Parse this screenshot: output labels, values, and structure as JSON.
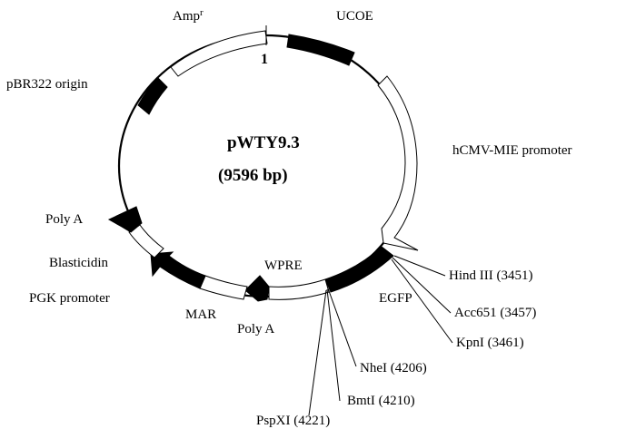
{
  "plasmid": {
    "name": "pWTY9.3",
    "size": "(9596 bp)",
    "origin_marker": "1"
  },
  "features": {
    "ampr": "Amp",
    "ampr_sup": "r",
    "ucoe": "UCOE",
    "pbr322": "pBR322 origin",
    "hcmv": "hCMV-MIE promoter",
    "polya_left": "Poly A",
    "blasticidin": "Blasticidin",
    "pgk": "PGK promoter",
    "mar": "MAR",
    "polya_bottom": "Poly A",
    "wpre": "WPRE",
    "egfp": "EGFP"
  },
  "sites": {
    "hindiii": "Hind III (3451)",
    "acc651": "Acc651 (3457)",
    "kpni": "KpnI (3461)",
    "nhei": "NheI (4206)",
    "bmti": "BmtI (4210)",
    "pspxi": "PspXI (4221)"
  },
  "colors": {
    "filled_feature": "#000000",
    "open_feature": "#ffffff",
    "backbone": "#000000"
  }
}
